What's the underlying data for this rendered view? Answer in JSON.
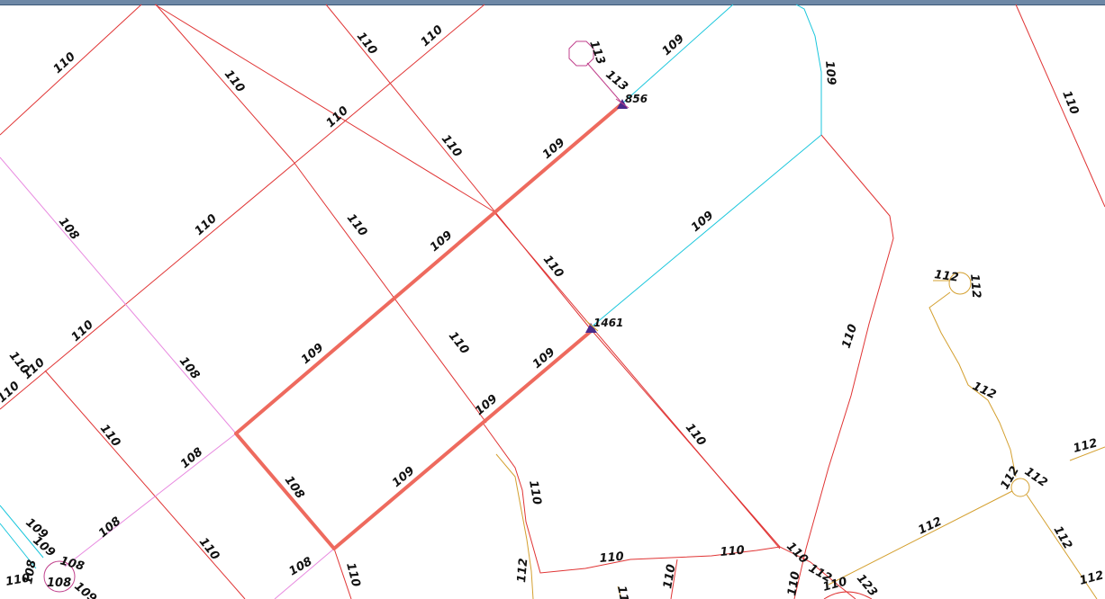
{
  "colors": {
    "red_line": "#e03434",
    "pink_line": "#e88ae0",
    "magenta_line": "#c0408c",
    "cyan_line": "#19c6dc",
    "orange_line": "#d4a030",
    "selected": "#ee6a5e",
    "node_marker": "#4a2a8a",
    "background": "#ffffff"
  },
  "nodes": {
    "n856": "856",
    "n1461": "1461"
  },
  "labels": {
    "r01": "110",
    "r02": "110",
    "r03": "110",
    "r04": "110",
    "r05": "110",
    "r06": "110",
    "r07": "110",
    "r08": "110",
    "r09": "110",
    "r10": "110",
    "r11": "110",
    "r12": "110",
    "r13": "110",
    "r14": "110",
    "r15": "110",
    "r16": "110",
    "r17": "110",
    "r18": "110",
    "r19": "110",
    "r20": "110",
    "r21": "110",
    "r22": "110",
    "r23": "110",
    "r24": "110",
    "r25": "110",
    "r26": "110",
    "r27": "110",
    "p01": "108",
    "p02": "108",
    "p03": "108",
    "p04": "108",
    "p05": "108",
    "p06": "108",
    "p07": "108",
    "p08": "108",
    "m01": "113",
    "m02": "113",
    "c01": "109",
    "c02": "109",
    "c03": "109",
    "c04": "109",
    "c05": "109",
    "c06": "109",
    "s01": "109",
    "s02": "109",
    "s03": "109",
    "s04": "109",
    "s05": "109",
    "s06": "109",
    "s07": "108",
    "o01": "112",
    "o02": "112",
    "o03": "112",
    "o04": "112",
    "o05": "112",
    "o06": "112",
    "o07": "112",
    "o08": "112",
    "o09": "112",
    "o10": "112",
    "o11": "123",
    "o12": "11"
  }
}
